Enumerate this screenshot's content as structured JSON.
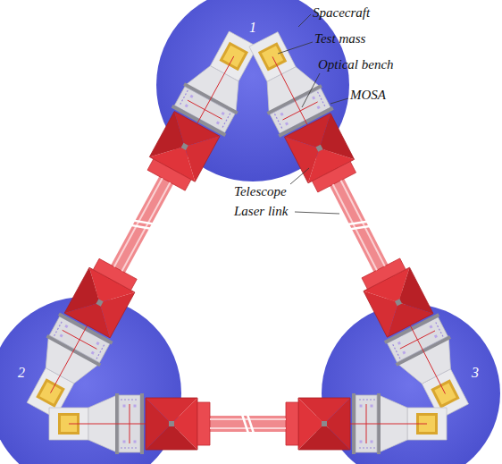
{
  "diagram": {
    "nodes": [
      {
        "text": [
          "1"
        ]
      },
      {
        "text": [
          "2"
        ]
      },
      {
        "text": [
          "3"
        ]
      }
    ],
    "edges": [
      {
        "from": 0,
        "to": 1,
        "arrow": "none"
      },
      {
        "from": 0,
        "to": 2,
        "arrow": "none"
      },
      {
        "from": 1,
        "to": 2,
        "arrow": "none"
      }
    ],
    "labels": [
      "Spacecraft",
      "Test mass",
      "Optical bench",
      "MOSA",
      "Telescope",
      "Laser link"
    ]
  }
}
